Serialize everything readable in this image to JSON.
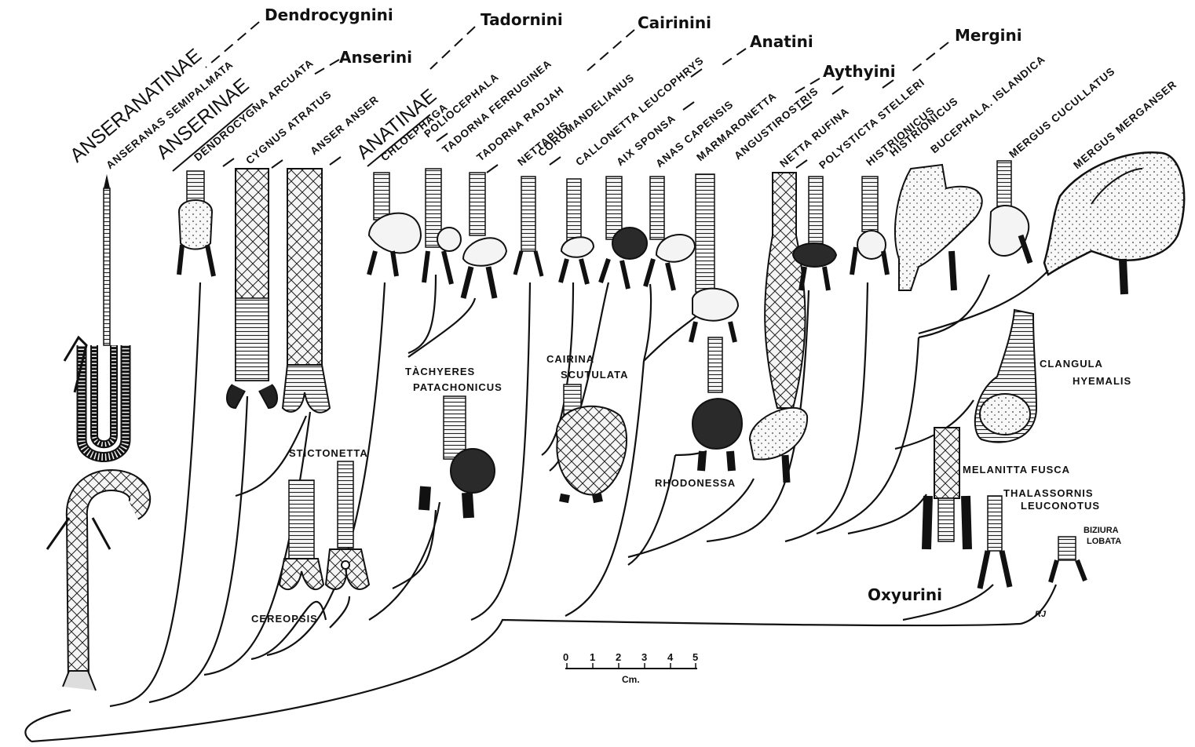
{
  "subfamilies": [
    {
      "id": "anseranatinae",
      "label": "ANSERANATINAE"
    },
    {
      "id": "anserinae",
      "label": "ANSERINAE"
    },
    {
      "id": "anatinae",
      "label": "ANATINAE"
    }
  ],
  "tribes": [
    {
      "id": "dendrocygnini",
      "label": "Dendrocygnini"
    },
    {
      "id": "anserini",
      "label": "Anserini"
    },
    {
      "id": "tadornini",
      "label": "Tadornini"
    },
    {
      "id": "cairinini",
      "label": "Cairinini"
    },
    {
      "id": "anatini",
      "label": "Anatini"
    },
    {
      "id": "aythyini",
      "label": "Aythyini"
    },
    {
      "id": "mergini",
      "label": "Mergini"
    },
    {
      "id": "oxyurini",
      "label": "Oxyurini"
    }
  ],
  "top_species": [
    {
      "id": "anseranas",
      "label": "ANSERANAS SEMIPALMATA"
    },
    {
      "id": "dendrocygna",
      "label": "DENDROCYGNA ARCUATA"
    },
    {
      "id": "cygnus",
      "label": "CYGNUS ATRATUS"
    },
    {
      "id": "anser",
      "label": "ANSER ANSER"
    },
    {
      "id": "chloephaga",
      "label": "CHLOEPHAGA"
    },
    {
      "id": "chloephaga2",
      "label": "POLIOCEPHALA"
    },
    {
      "id": "tadorna_f",
      "label": "TADORNA FERRUGINEA"
    },
    {
      "id": "tadorna_r",
      "label": "TADORNA RADJAH"
    },
    {
      "id": "nettapus",
      "label": "NETTAPUS"
    },
    {
      "id": "nettapus2",
      "label": "COROMANDELIANUS"
    },
    {
      "id": "callonetta",
      "label": "CALLONETTA LEUCOPHRYS"
    },
    {
      "id": "aix",
      "label": "AIX SPONSA"
    },
    {
      "id": "anas",
      "label": "ANAS CAPENSIS"
    },
    {
      "id": "marmaronetta",
      "label": "MARMARONETTA"
    },
    {
      "id": "marmaronetta2",
      "label": "ANGUSTIROSTRIS"
    },
    {
      "id": "netta",
      "label": "NETTA RUFINA"
    },
    {
      "id": "polysticta",
      "label": "POLYSTICTA STELLERI"
    },
    {
      "id": "histrionicus",
      "label": "HISTRIONICUS"
    },
    {
      "id": "histrionicus2",
      "label": "HISTRIONICUS"
    },
    {
      "id": "bucephala",
      "label": "BUCEPHALA. ISLANDICA"
    },
    {
      "id": "mergus_c",
      "label": "MERGUS CUCULLATUS"
    },
    {
      "id": "mergus_m",
      "label": "MERGUS MERGANSER"
    }
  ],
  "lower_species": {
    "stictonetta": "STICTONETTA",
    "cereopsis": "CEREOPSIS",
    "tachyeres_1": "TÀCHYERES",
    "tachyeres_2": "PATACHONICUS",
    "cairina_1": "CAIRINA",
    "cairina_2": "SCUTULATA",
    "rhodonessa": "RHODONESSA",
    "clangula_1": "CLANGULA",
    "clangula_2": "HYEMALIS",
    "melanitta": "MELANITTA FUSCA",
    "thalassornis_1": "THALASSORNIS",
    "thalassornis_2": "LEUCONOTUS",
    "biziura_1": "BIZIURA",
    "biziura_2": "LOBATA"
  },
  "scale_bar": {
    "ticks": [
      "0",
      "1",
      "2",
      "3",
      "4",
      "5"
    ],
    "unit": "Cm."
  },
  "signature": "RJ",
  "colors": {
    "ink": "#111111",
    "paper": "#ffffff",
    "shade": "#2a2a2a"
  }
}
